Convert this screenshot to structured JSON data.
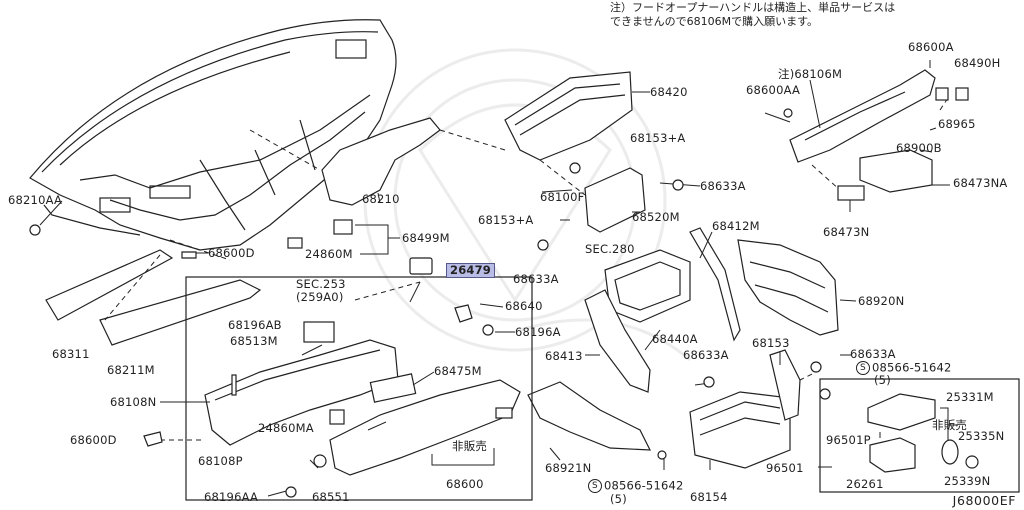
{
  "diagram": {
    "note": "注）フードオープナーハンドルは構造上、単品サービスは\nできませんので68106Mで購入願います。",
    "drawing_code": "J68000EF",
    "highlighted_part": "26479",
    "circle_glyph": "S",
    "labels": {
      "p68210AA": "68210AA",
      "p68210": "68210",
      "p68420": "68420",
      "p68100F": "68100F",
      "p68153A_top": "68153+A",
      "p68633A_top": "68633A",
      "p68153A_mid": "68153+A",
      "p68520M": "68520M",
      "sec280": "SEC.280",
      "p68633A_mid": "68633A",
      "p68412M": "68412M",
      "p68499M": "68499M",
      "p24860M": "24860M",
      "p68600D": "68600D",
      "p26479": "26479",
      "p68311": "68311",
      "p68211M": "68211M",
      "sec253": "SEC.253",
      "sec253_sub": "(259A0)",
      "p68196AB": "68196AB",
      "p68640": "68640",
      "p68196A": "68196A",
      "p68513M": "68513M",
      "p68440A": "68440A",
      "p68413": "68413",
      "p68475M": "68475M",
      "p68108N": "68108N",
      "p24860MA": "24860MA",
      "hanbai1": "非販売",
      "p68600D_b": "68600D",
      "p68108P": "68108P",
      "p68600": "68600",
      "p68551": "68551",
      "p68196AA": "68196AA",
      "p68921N": "68921N",
      "p08566_b": "08566-51642",
      "p08566_b_qty": "(5)",
      "p68154": "68154",
      "p68633A_low": "68633A",
      "p68153": "68153",
      "p68633A_r": "68633A",
      "p08566_r": "08566-51642",
      "p08566_r_qty": "(5)",
      "p68920N": "68920N",
      "p68600A": "68600A",
      "p68490H": "68490H",
      "p68106M": "注)68106M",
      "p68600AA": "68600AA",
      "p68965": "68965",
      "p68900B": "68900B",
      "p68473NA": "68473NA",
      "p68473N": "68473N",
      "p25331M": "25331M",
      "hanbai2": "非販売",
      "p25335N": "25335N",
      "p96501P": "96501P",
      "p96501": "96501",
      "p25339N": "25339N",
      "p26261": "26261"
    }
  }
}
